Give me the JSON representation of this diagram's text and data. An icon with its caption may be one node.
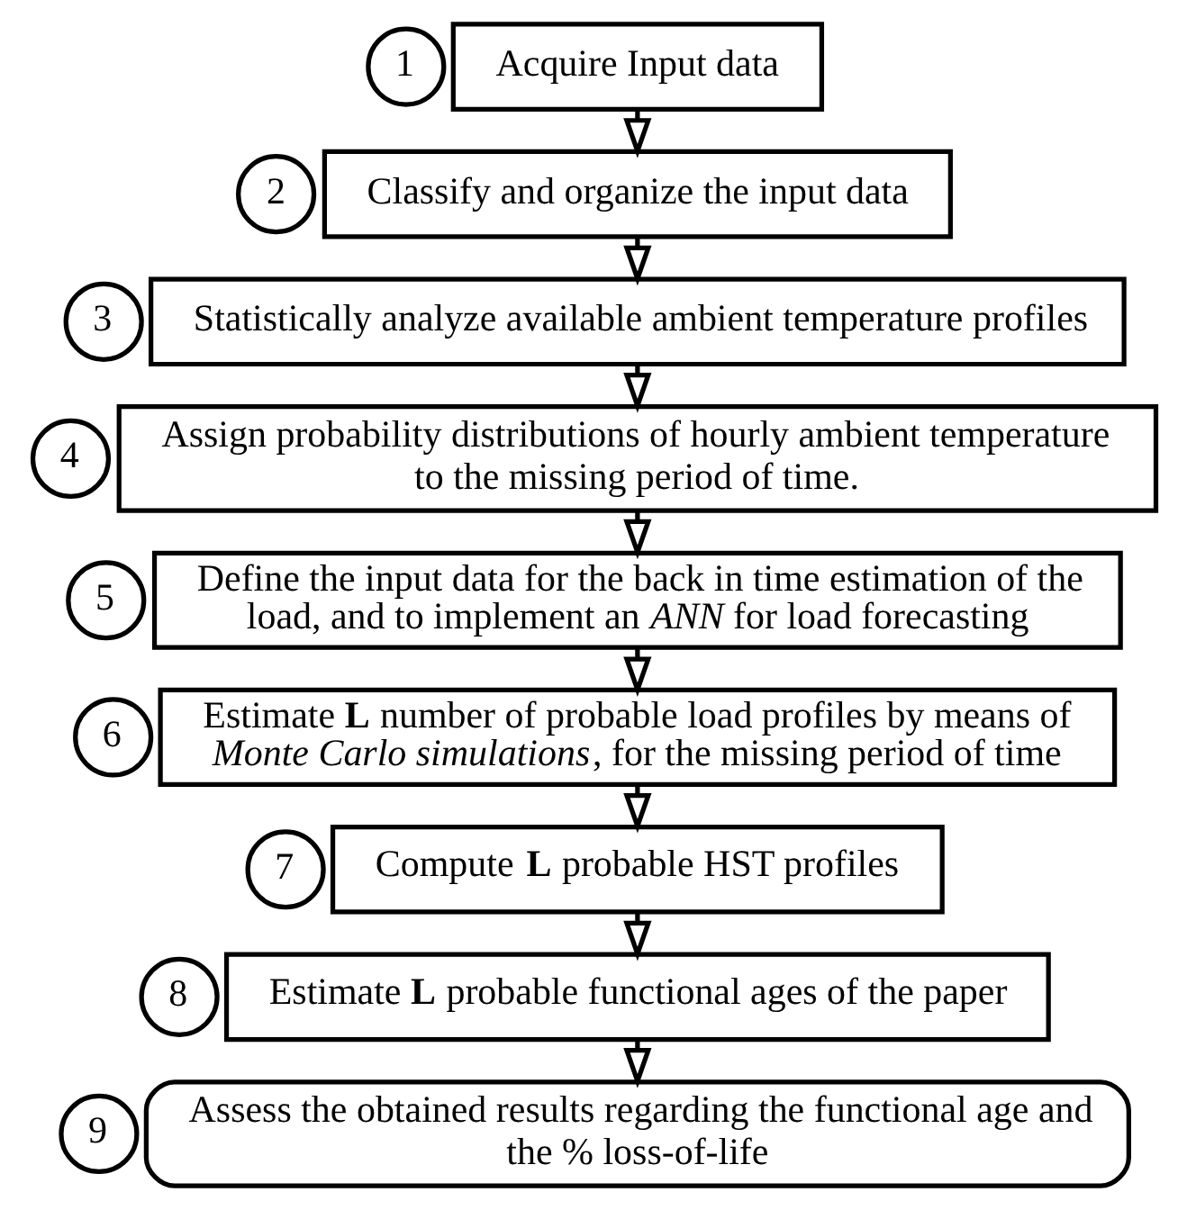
{
  "diagram": {
    "nodes": [
      {
        "text": [
          "1"
        ]
      },
      {
        "text": [
          "Acquire Input data"
        ]
      },
      {
        "text": [
          "2"
        ]
      },
      {
        "text": [
          "Classify and organize the input data"
        ]
      },
      {
        "text": [
          "3"
        ]
      },
      {
        "text": [
          "Statistically analyze available ambient temperature profiles"
        ]
      },
      {
        "text": [
          "4"
        ]
      },
      {
        "text": [
          "Assign probability distributions of hourly ambient temperature to the missing period of time."
        ]
      },
      {
        "text": [
          "5"
        ]
      },
      {
        "text": [
          "Define the input data for the back in time estimation of the load, and to implement an *ANN* for load forecasting"
        ]
      },
      {
        "text": [
          "6"
        ]
      },
      {
        "text": [
          "Estimate **L** number of probable load profiles by means of *Monte Carlo simulations*, for the missing period of time"
        ]
      },
      {
        "text": [
          "7"
        ]
      },
      {
        "text": [
          "Compute **L** probable HST profiles"
        ]
      },
      {
        "text": [
          "8"
        ]
      },
      {
        "text": [
          "Estimate **L** probable functional ages of the paper"
        ]
      },
      {
        "text": [
          "9"
        ]
      },
      {
        "text": [
          "Assess the obtained results regarding the functional age and the % loss-of-life"
        ]
      }
    ],
    "edges": [
      {
        "from": 1,
        "to": 3,
        "arrow": "to"
      },
      {
        "from": 3,
        "to": 5,
        "arrow": "to"
      },
      {
        "from": 5,
        "to": 7,
        "arrow": "to"
      },
      {
        "from": 7,
        "to": 9,
        "arrow": "to"
      },
      {
        "from": 9,
        "to": 11,
        "arrow": "to"
      },
      {
        "from": 11,
        "to": 13,
        "arrow": "to"
      },
      {
        "from": 13,
        "to": 15,
        "arrow": "to"
      },
      {
        "from": 15,
        "to": 17,
        "arrow": "to"
      }
    ]
  }
}
